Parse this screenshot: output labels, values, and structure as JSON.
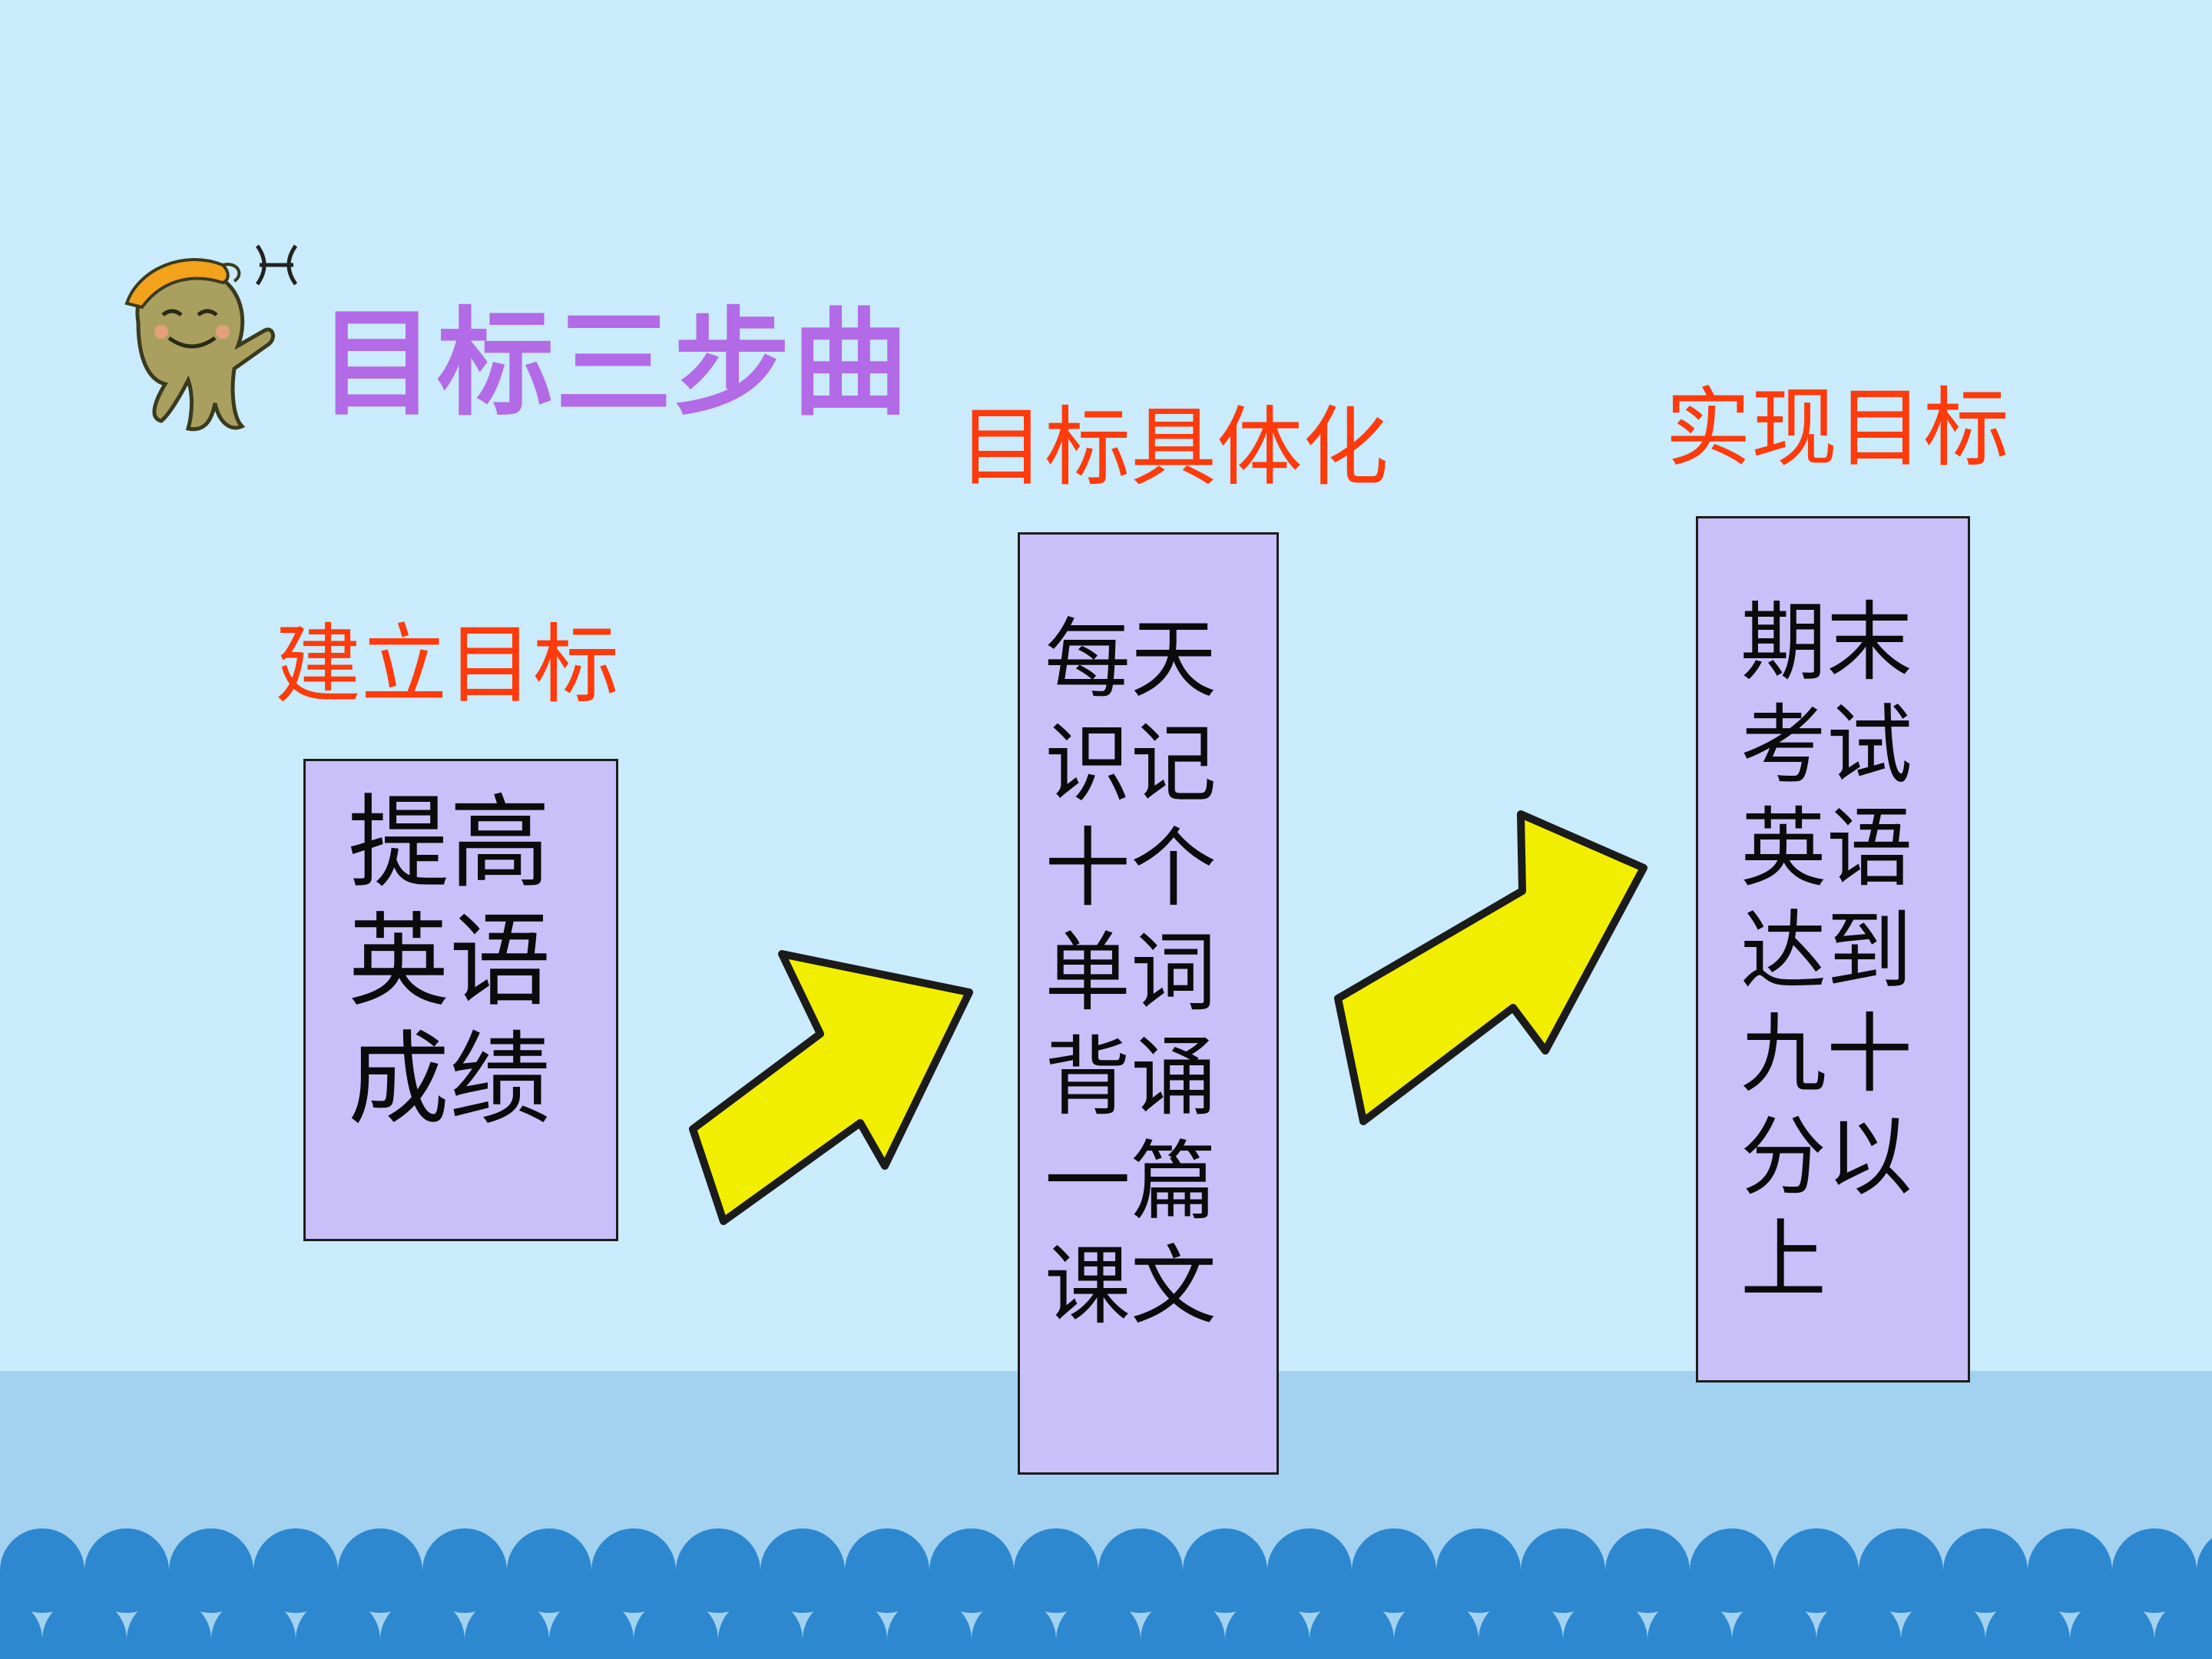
{
  "slide": {
    "title": "目标三步曲",
    "steps": [
      {
        "label": "建立目标",
        "content": "提高\n英语\n成绩"
      },
      {
        "label": "目标具体化",
        "content": "每天\n识记\n十个\n单词\n背诵\n一篇\n课文"
      },
      {
        "label": "实现目标",
        "content": "期末\n考试\n英语\n达到\n九十\n分以\n上"
      }
    ]
  },
  "decor": {
    "mascot_icon": "cartoon-character-icon",
    "zodiac_icon": "pisces-icon",
    "arrow_icon": "yellow-arrow-icon",
    "colors": {
      "background": "#c9ebfb",
      "title": "#b26ae6",
      "labels": "#ff3a0b",
      "boxes": "#c9c0fa",
      "arrows": "#f2ee00",
      "waves": "#2e88cf"
    }
  }
}
